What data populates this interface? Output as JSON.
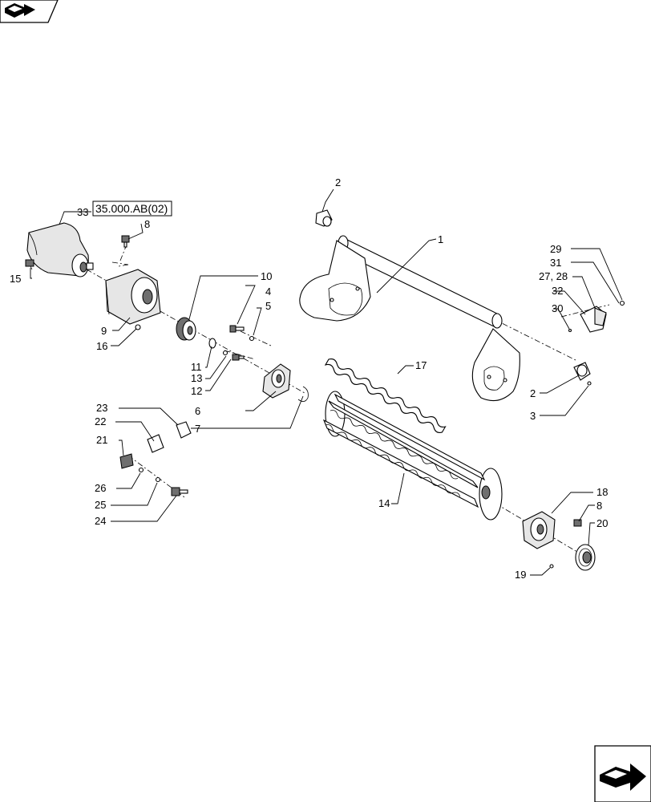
{
  "reference_box": "35.000.AB(02)",
  "callouts": [
    "1",
    "2",
    "2",
    "3",
    "4",
    "5",
    "6",
    "7",
    "8",
    "8",
    "9",
    "10",
    "11",
    "12",
    "13",
    "14",
    "15",
    "16",
    "17",
    "18",
    "19",
    "20",
    "21",
    "22",
    "23",
    "24",
    "25",
    "26",
    "27, 28",
    "29",
    "30",
    "31",
    "32",
    "33"
  ],
  "icons": {
    "top_left": "previous-page-arrow-icon",
    "bottom_right": "next-page-arrow-icon"
  }
}
